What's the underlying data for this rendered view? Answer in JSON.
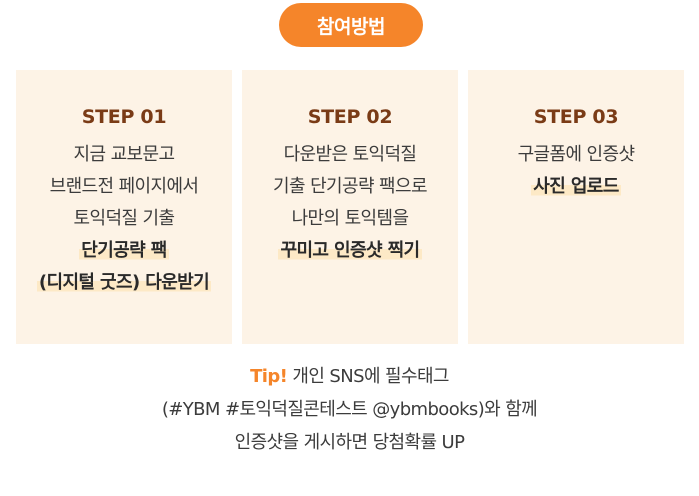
{
  "header": {
    "title": "참여방법"
  },
  "steps": [
    {
      "title": "STEP 01",
      "lines": [
        "지금 교보문고",
        "브랜드전 페이지에서",
        "토익덕질 기출"
      ],
      "highlights": [
        "단기공략 팩",
        "(디지털 굿즈) 다운받기"
      ]
    },
    {
      "title": "STEP 02",
      "lines": [
        "다운받은 토익덕질",
        "기출 단기공략 팩으로",
        "나만의 토익템을"
      ],
      "highlights": [
        "꾸미고 인증샷 찍기"
      ]
    },
    {
      "title": "STEP 03",
      "lines": [
        "구글폼에 인증샷"
      ],
      "highlights": [
        "사진 업로드"
      ]
    }
  ],
  "tip": {
    "label": "Tip!",
    "line1": "개인 SNS에 필수태그",
    "line2": "(#YBM #토익덕질콘테스트 @ybmbooks)와 함께",
    "line3": "인증샷을 게시하면 당첨확률 UP"
  },
  "colors": {
    "accent": "#f5852a",
    "card_bg": "#fdf3e6",
    "step_title": "#7a3b16",
    "highlight": "#fde9c6"
  }
}
